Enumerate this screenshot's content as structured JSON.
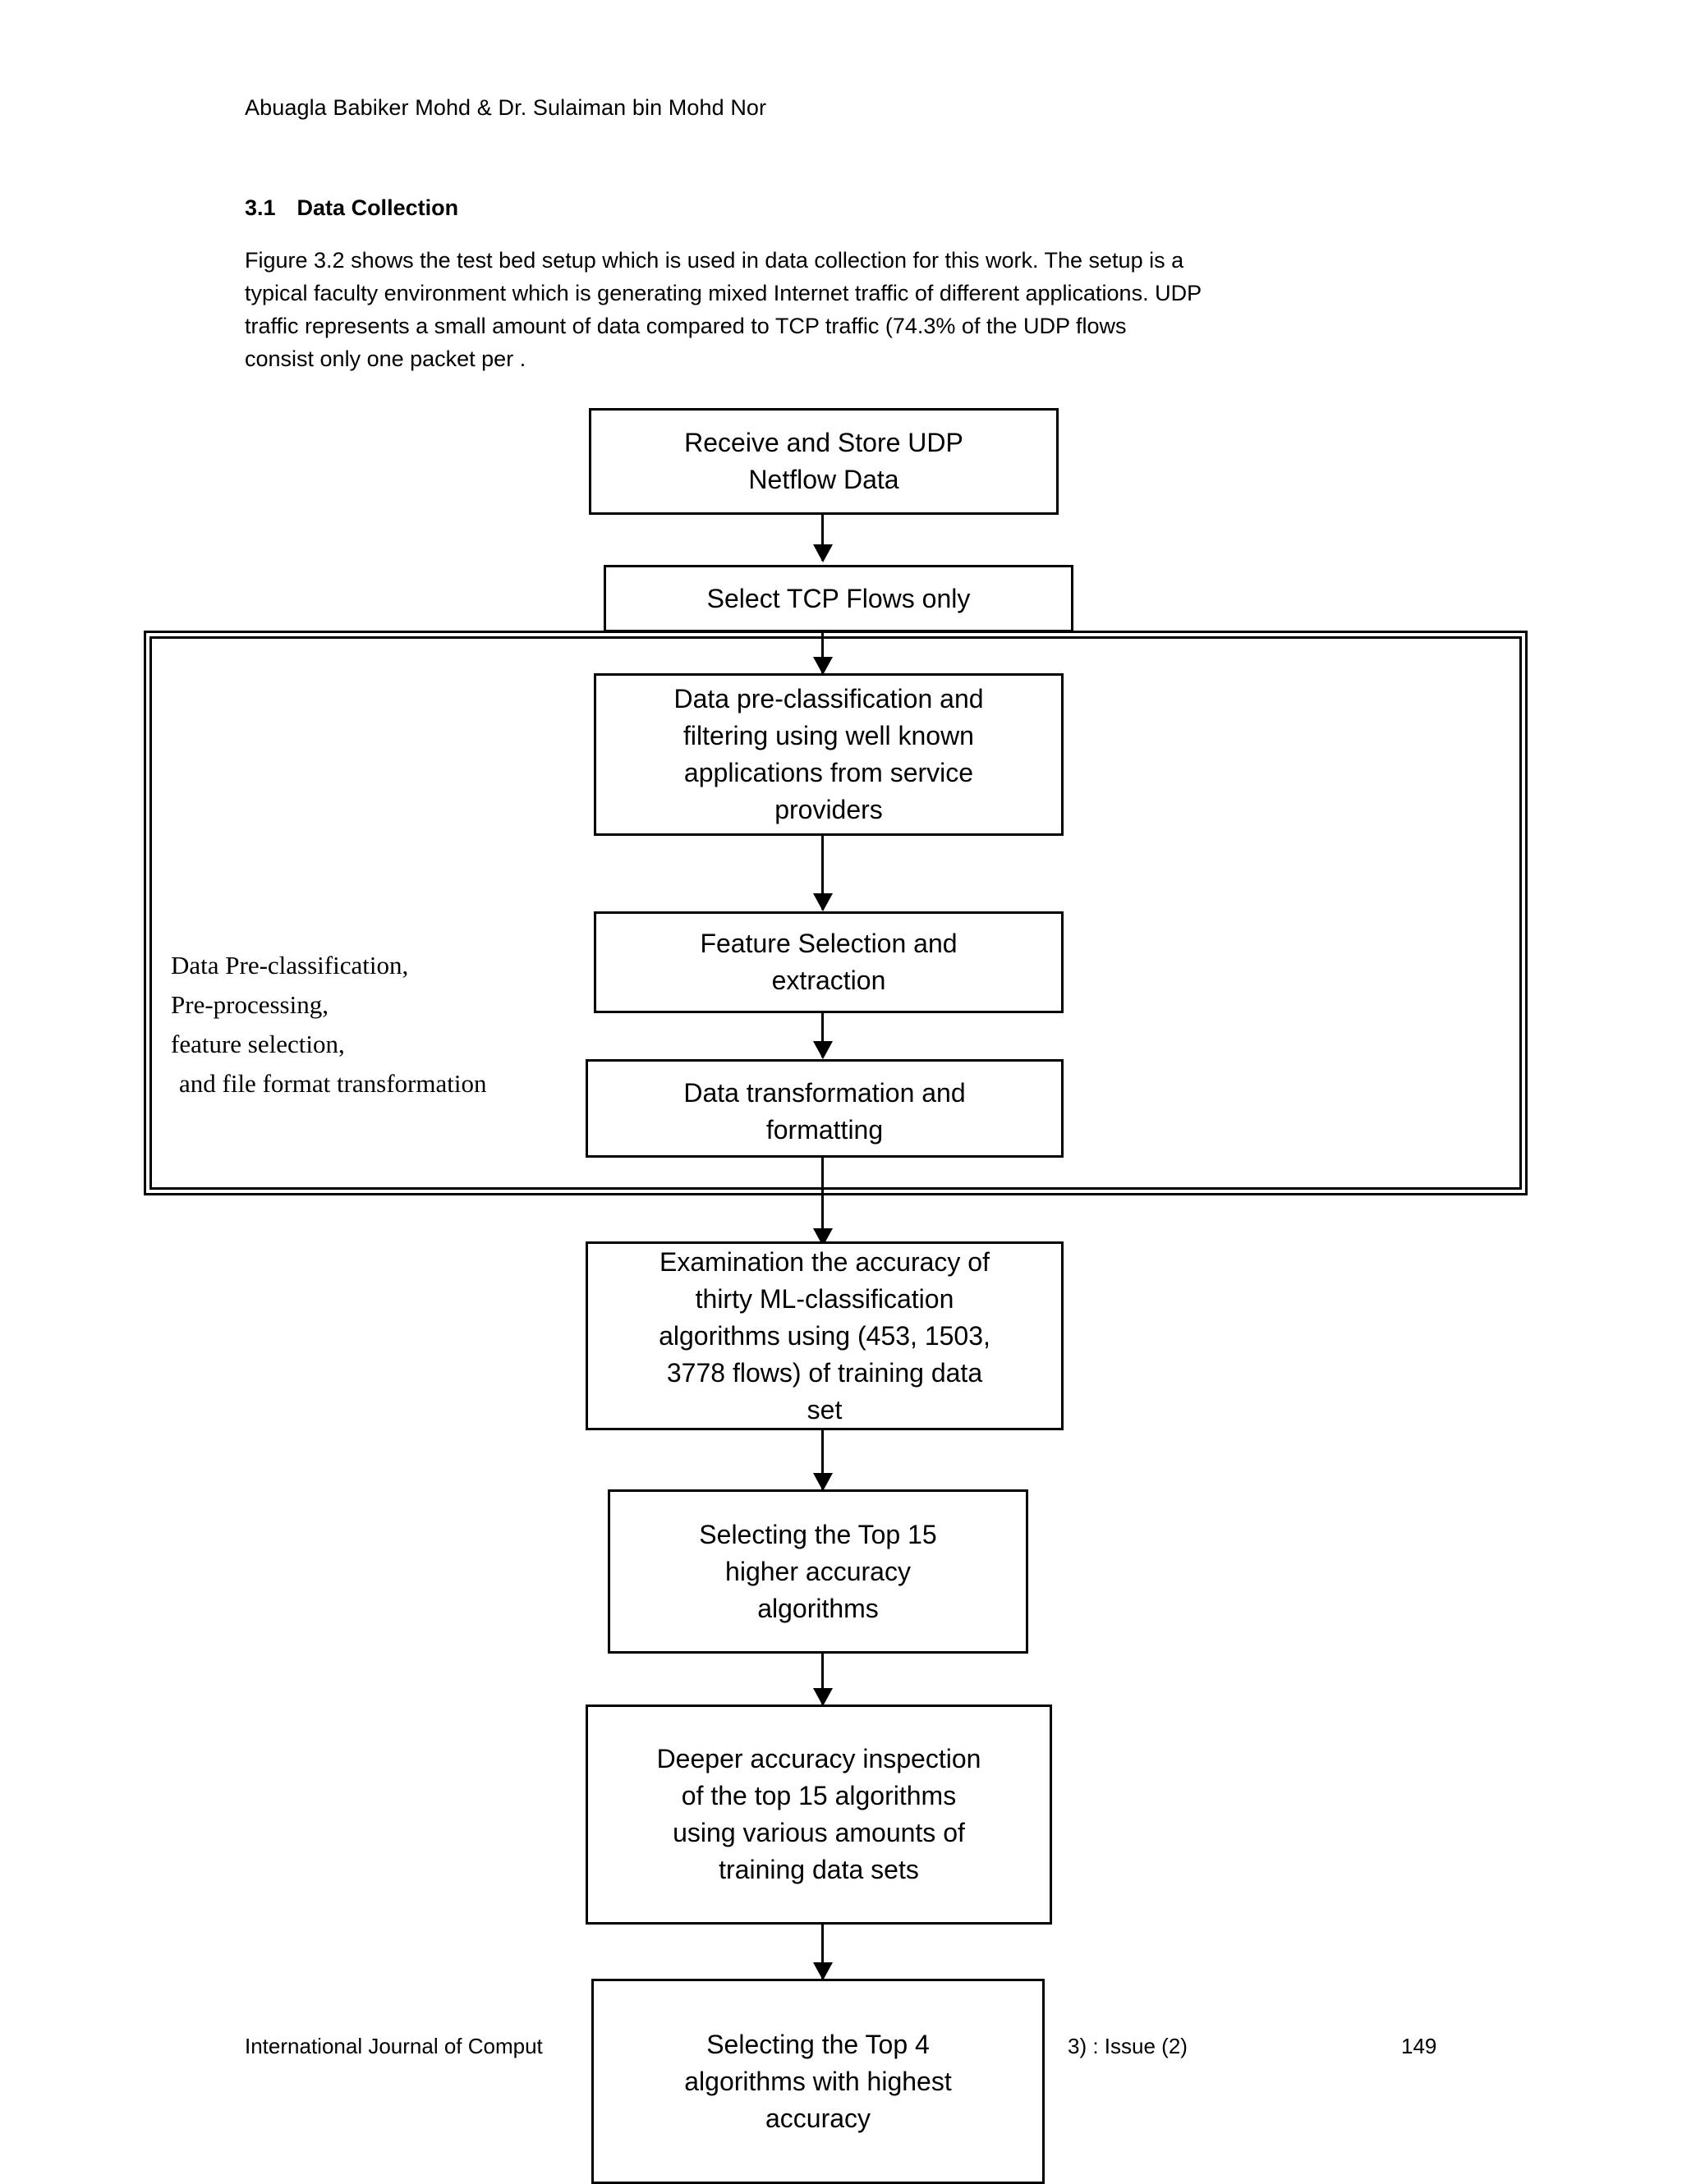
{
  "header": {
    "running_head": "Abuagla Babiker Mohd & Dr. Sulaiman bin Mohd Nor"
  },
  "section": {
    "number": "3.1",
    "title": "Data Collection"
  },
  "paragraph": {
    "line1": "Figure 3.2 shows the test bed setup which is used in data collection for this work. The setup is a",
    "line2": "typical faculty environment which is generating mixed Internet traffic of different applications. UDP",
    "line3": "traffic represents a small amount of data compared to TCP traffic (74.3% of the UDP flows",
    "line4": "consist only one packet per ."
  },
  "flowchart": {
    "nodes": [
      {
        "id": "receive-udp",
        "label": "Receive and Store UDP\nNetflow Data"
      },
      {
        "id": "select-tcp",
        "label": "Select TCP Flows only"
      },
      {
        "id": "pre-classification",
        "label": "Data pre-classification and\nfiltering using well known\napplications from service\nproviders"
      },
      {
        "id": "feature-selection",
        "label": "Feature Selection and\nextraction"
      },
      {
        "id": "data-transform",
        "label": "Data transformation and\nformatting"
      },
      {
        "id": "examination",
        "label": "Examination the accuracy of\nthirty ML-classification\nalgorithms using (453, 1503,\n3778 flows) of training data\nset"
      },
      {
        "id": "top-15",
        "label": "Selecting the Top 15\nhigher accuracy\nalgorithms"
      },
      {
        "id": "deeper-inspection",
        "label": "Deeper accuracy inspection\nof the top 15 algorithms\nusing various amounts of\ntraining data sets"
      },
      {
        "id": "top-4",
        "label": "Selecting the Top 4\nalgorithms with highest\naccuracy"
      }
    ],
    "group_label": {
      "line1": "Data Pre-classification,",
      "line2": "Pre-processing,",
      "line3": "feature selection,",
      "line4": "and file format transformation"
    }
  },
  "footer": {
    "journal": "International Journal of Comput",
    "issue": "3) : Issue (2)",
    "page": "149"
  }
}
